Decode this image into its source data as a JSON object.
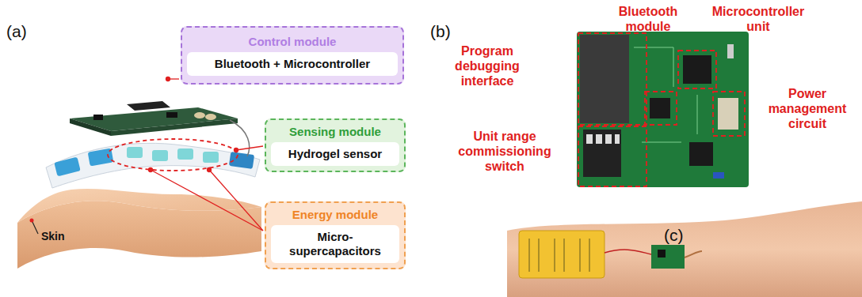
{
  "diagram": {
    "nodes": [
      {
        "text": [
          "Control module",
          "Bluetooth + Microcontroller"
        ]
      },
      {
        "text": [
          "Sensing module",
          "Hydrogel sensor"
        ]
      },
      {
        "text": [
          "Energy module",
          "Micro-supercapacitors"
        ]
      }
    ],
    "labels": [
      "(a)",
      "(b)",
      "(c)",
      "Skin",
      "Bluetooth module",
      "Microcontroller unit",
      "Program debugging interface",
      "Power management circuit",
      "Unit range commissioning switch"
    ]
  }
}
